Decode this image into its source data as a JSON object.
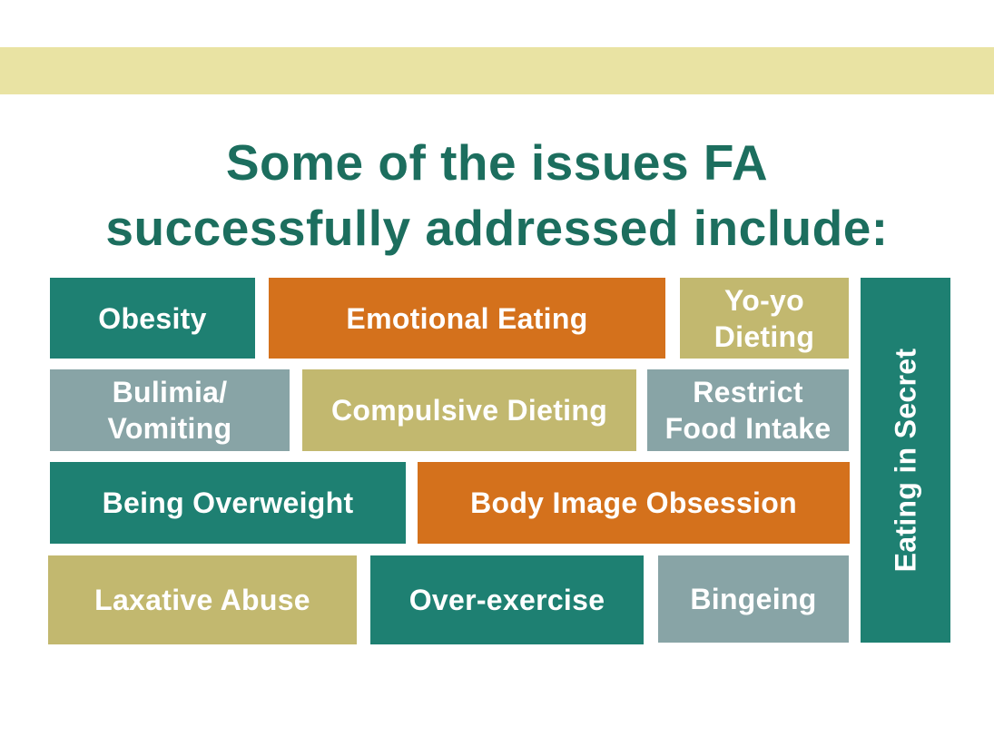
{
  "colors": {
    "band": "#e9e3a3",
    "title": "#1c6e5e",
    "teal": "#1e8072",
    "orange": "#d4711c",
    "olive": "#c2b86f",
    "grey": "#88a4a6",
    "tile_text": "#ffffff"
  },
  "title": {
    "line1": "Some of the issues FA",
    "line2": "successfully addressed include:"
  },
  "tiles": [
    {
      "label": "Obesity",
      "color": "teal"
    },
    {
      "label": "Emotional Eating",
      "color": "orange"
    },
    {
      "label": "Yo-yo\nDieting",
      "color": "olive"
    },
    {
      "label": "Eating in Secret",
      "color": "teal"
    },
    {
      "label": "Bulimia/\nVomiting",
      "color": "grey"
    },
    {
      "label": "Compulsive Dieting",
      "color": "olive"
    },
    {
      "label": "Restrict\nFood Intake",
      "color": "grey"
    },
    {
      "label": "Being Overweight",
      "color": "teal"
    },
    {
      "label": "Body Image Obsession",
      "color": "orange"
    },
    {
      "label": "Laxative Abuse",
      "color": "olive"
    },
    {
      "label": "Over-exercise",
      "color": "teal"
    },
    {
      "label": "Bingeing",
      "color": "grey"
    }
  ]
}
